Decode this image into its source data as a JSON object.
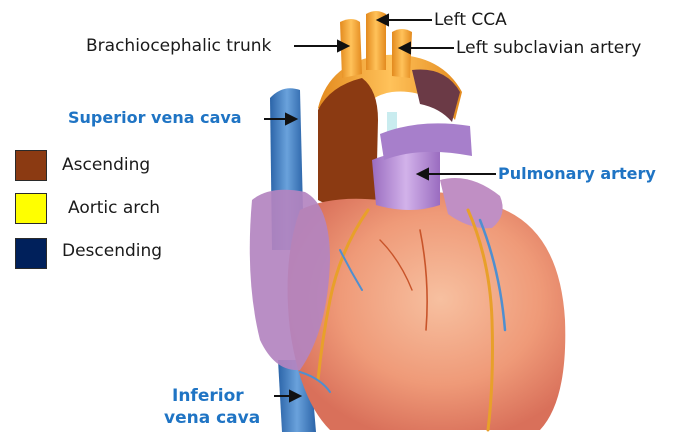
{
  "labels": {
    "left_cca": "Left CCA",
    "brachiocephalic_trunk": "Brachiocephalic trunk",
    "left_subclavian_artery": "Left subclavian artery",
    "superior_vena_cava": "Superior vena cava",
    "pulmonary_artery": "Pulmonary artery",
    "inferior_vena_cava_line1": "Inferior",
    "inferior_vena_cava_line2": "vena cava"
  },
  "legend": [
    {
      "label": "Ascending",
      "color": "#8b3a12"
    },
    {
      "label": "Aortic arch",
      "color": "#ffff00"
    },
    {
      "label": "Descending",
      "color": "#00205b"
    }
  ],
  "colors": {
    "label_blue": "#1f74c4",
    "aorta_orange": "#f7a838",
    "vena_cava_blue": "#3f7fc4",
    "heart_muscle": "#f2a080",
    "pulmonary_purple": "#b58fcf"
  }
}
